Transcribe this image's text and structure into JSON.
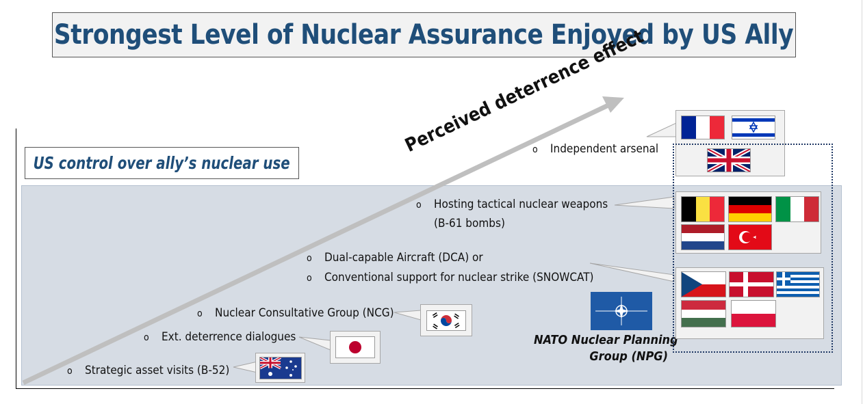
{
  "title": "Strongest Level of Nuclear Assurance Enjoyed by US Ally",
  "control_label": "US control over ally’s nuclear use",
  "arrow_label": "Perceived deterrence effect",
  "bullet_glyph": "o",
  "items": {
    "strategic": "Strategic asset visits (B-52)",
    "ext_deterrence": "Ext. deterrence dialogues",
    "ncg": "Nuclear Consultative Group (NCG)",
    "dca": "Dual-capable Aircraft (DCA) or",
    "snowcat": "Conventional support for nuclear strike (SNOWCAT)",
    "hosting_1": "Hosting tactical nuclear weapons",
    "hosting_2": "(B-61 bombs)",
    "independent": "Independent arsenal"
  },
  "nato": {
    "label_line1": "NATO Nuclear Planning",
    "label_line2": "Group (NPG)"
  },
  "flags": {
    "australia": "australia-flag",
    "japan": "japan-flag",
    "korea": "south-korea-flag",
    "nato": "nato-flag",
    "france": "france-flag",
    "israel": "israel-flag",
    "uk": "united-kingdom-flag",
    "belgium": "belgium-flag",
    "germany": "germany-flag",
    "italy": "italy-flag",
    "netherlands": "netherlands-flag",
    "turkey": "turkey-flag",
    "czechia": "czech-republic-flag",
    "denmark": "denmark-flag",
    "greece": "greece-flag",
    "hungary": "hungary-flag",
    "poland": "poland-flag"
  },
  "colors": {
    "title": "#1f4e79",
    "band": "#d6dce4",
    "arrow": "#bfbfbf",
    "dotted_group": "#1f3864",
    "nato_blue": "#1f5aa6"
  }
}
